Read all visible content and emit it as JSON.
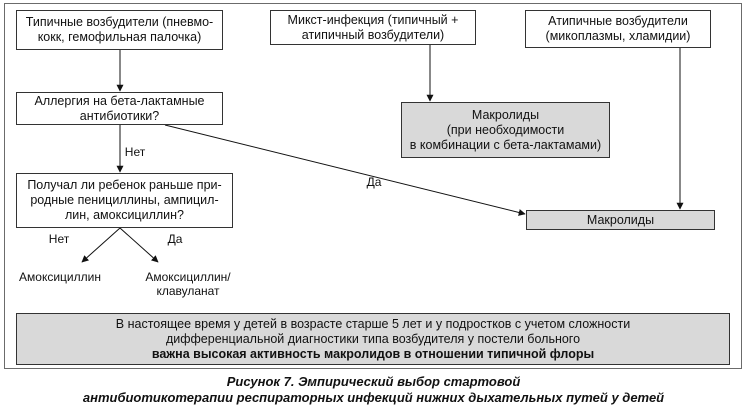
{
  "diagram": {
    "boxes": {
      "typical": "Типичные возбудители (пневмо-\nкокк, гемофильная палочка)",
      "mixed": "Микст-инфекция (типичный +\nатипичный возбудители)",
      "atypical": "Атипичные возбудители\n(микоплазмы, хламидии)",
      "allergy": "Аллергия на бета-лактамные\nантибиотики?",
      "macrolides_combo": "Макролиды\n(при необходимости\nв комбинации с бета-лактамами)",
      "prior_penicillin": "Получал ли ребенок раньше при-\nродные пенициллины, ампицил-\nлин, амоксициллин?",
      "macrolides": "Макролиды"
    },
    "edge_labels": {
      "no_1": "Нет",
      "yes_1": "Да",
      "no_2": "Нет",
      "yes_2": "Да"
    },
    "outcomes": {
      "amoxicillin": "Амоксициллин",
      "amox_clav": "Амоксициллин/\nклавуланат"
    },
    "note": {
      "line1": "В настоящее время у детей в возрасте старше 5 лет и у подростков с учетом сложности",
      "line2": "дифференциальной диагностики типа возбудителя у постели больного",
      "line3": "важна высокая активность макролидов в отношении типичной флоры"
    }
  },
  "caption": {
    "line1": "Рисунок 7. Эмпирический выбор стартовой",
    "line2": "антибиотикотерапии респираторных инфекций нижних дыхательных путей у детей"
  }
}
